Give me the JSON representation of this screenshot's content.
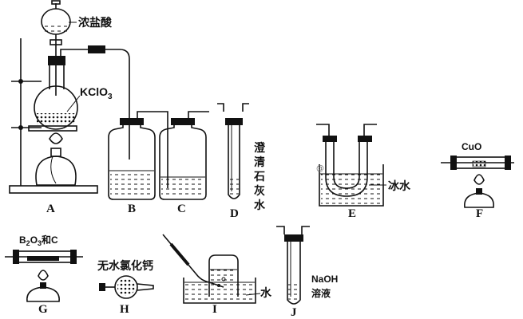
{
  "labels": {
    "conc_hcl": "浓盐酸",
    "kclo3": "KClO",
    "kclo3_sub": "3",
    "clear_limewater": [
      "澄",
      "清",
      "石",
      "灰",
      "水"
    ],
    "ice_water": "冰水",
    "cuo": "CuO",
    "b2o3_c_b": "B",
    "b2o3_c_sub1": "2",
    "b2o3_c_o": "O",
    "b2o3_c_sub2": "3",
    "b2o3_c_rest": "和C",
    "anhydrous_cacl2": "无水氯化钙",
    "water": "水",
    "naoh": "NaOH",
    "solution": "溶液",
    "watermark": "@"
  },
  "apparatus": [
    "A",
    "B",
    "C",
    "D",
    "E",
    "F",
    "G",
    "H",
    "I",
    "J"
  ]
}
